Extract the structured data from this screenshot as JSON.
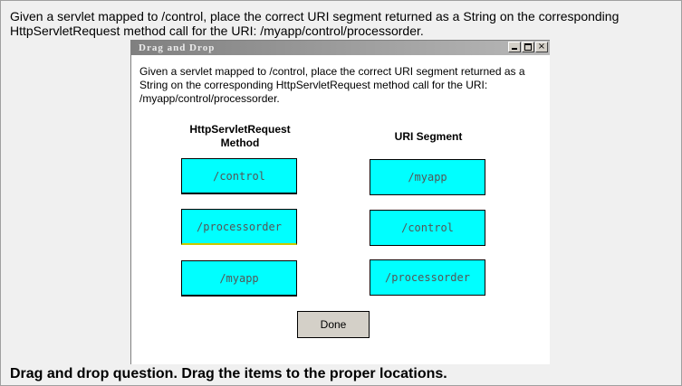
{
  "question": "Given a servlet mapped to /control, place the correct URI segment returned as a String on the corresponding HttpServletRequest method call for the URI:  /myapp/control/processorder.",
  "dialog": {
    "title": "Drag and Drop",
    "window_buttons": {
      "close": "×"
    },
    "instructions": "Given a servlet mapped to /control, place the correct URI segment returned as a String on the corresponding HttpServletRequest method call for the URI: /myapp/control/processorder.",
    "columns": {
      "left_header": "HttpServletRequest Method",
      "right_header": "URI Segment"
    },
    "left_tiles": [
      "/control",
      "/processorder",
      "/myapp"
    ],
    "right_tiles": [
      "/myapp",
      "/control",
      "/processorder"
    ],
    "done_label": "Done"
  },
  "footer": "Drag and drop question. Drag the items to the proper locations.",
  "colors": {
    "tile": "#00ffff",
    "window_background": "#ffffff",
    "page_background": "#f0f0f0"
  }
}
